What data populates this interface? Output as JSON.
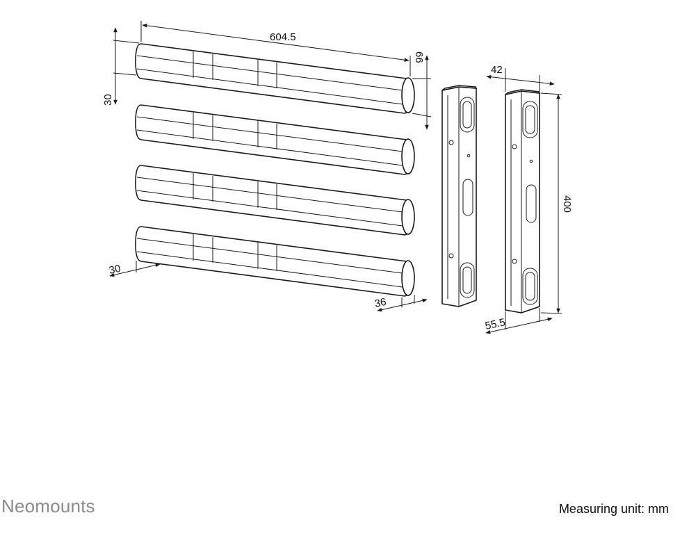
{
  "brand": "Neomounts",
  "unit_note": "Measuring unit: mm",
  "dimensions": {
    "rail_length": "604.5",
    "rail_height": "66",
    "rail_depth_top": "30",
    "rail_depth_bottom": "30",
    "rail_end_offset": "36",
    "bracket_depth": "42",
    "bracket_height": "400",
    "bracket_width": "55.5"
  }
}
